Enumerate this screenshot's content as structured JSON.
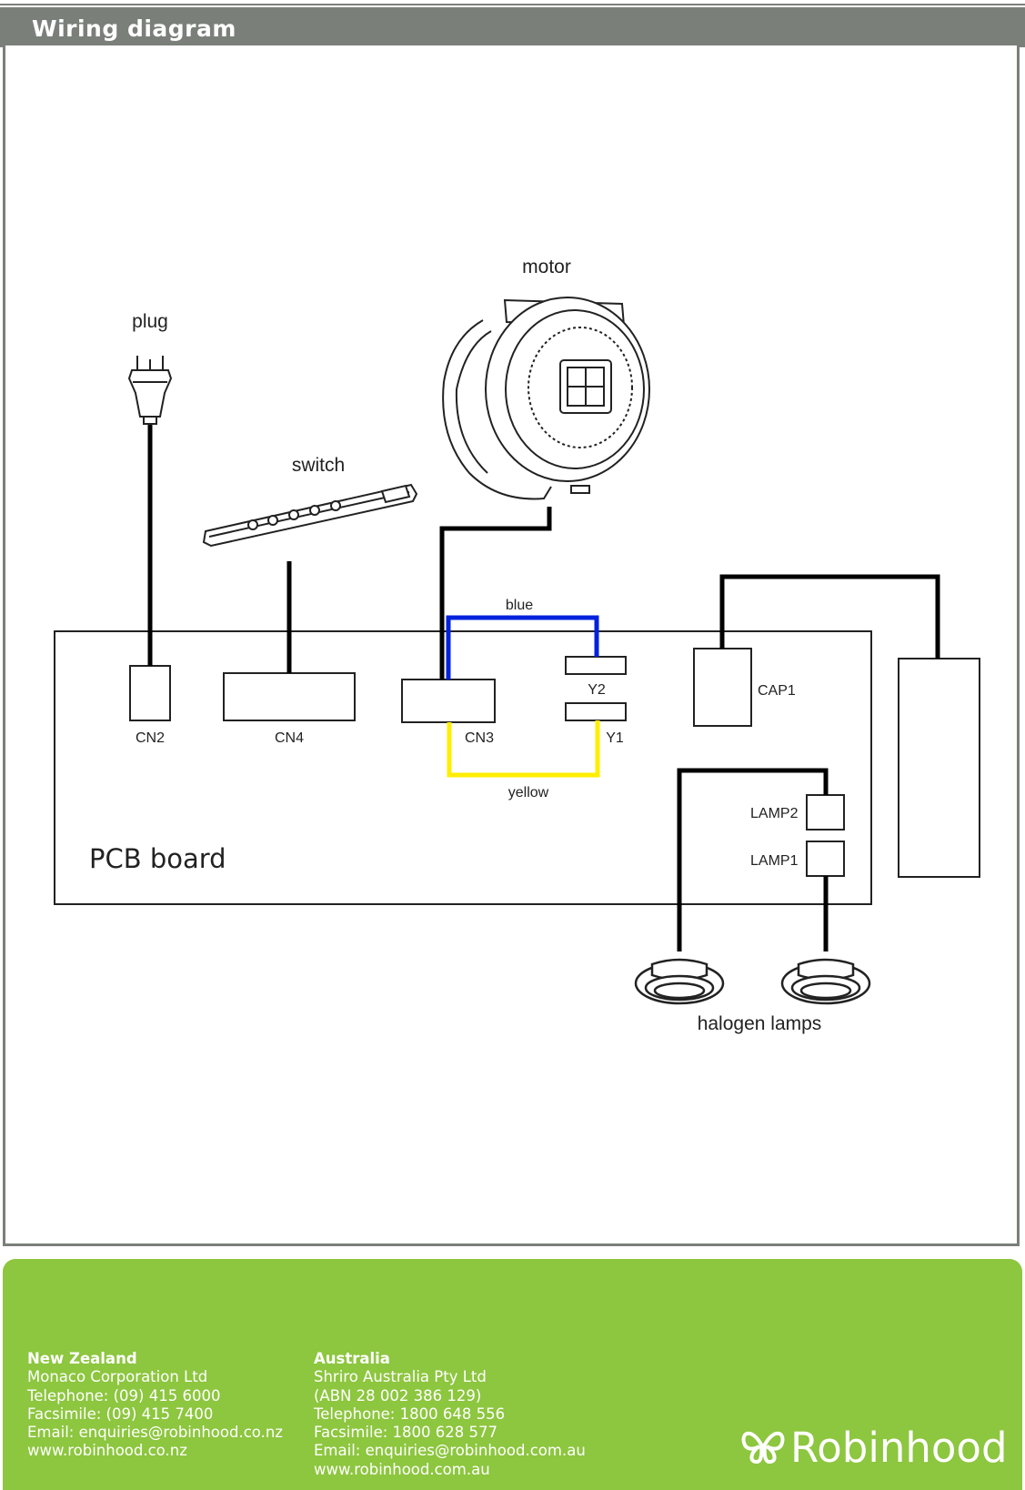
{
  "header": {
    "title": "Wiring diagram"
  },
  "diagram": {
    "labels": {
      "motor": "motor",
      "plug": "plug",
      "switch": "switch",
      "blue": "blue",
      "yellow": "yellow",
      "cn2": "CN2",
      "cn4": "CN4",
      "cn3": "CN3",
      "y2": "Y2",
      "y1": "Y1",
      "cap1": "CAP1",
      "lamp2": "LAMP2",
      "lamp1": "LAMP1",
      "pcb": "PCB board",
      "halogen": "halogen lamps"
    },
    "wire_colors": {
      "blue": "#0022dd",
      "yellow": "#ffee00",
      "black": "#000000"
    }
  },
  "footer": {
    "background": "#8dc63f",
    "nz": {
      "heading": "New Zealand",
      "lines": [
        "Monaco Corporation Ltd",
        "Telephone: (09) 415 6000",
        "Facsimile: (09) 415 7400",
        "Email: enquiries@robinhood.co.nz",
        "www.robinhood.co.nz"
      ]
    },
    "au": {
      "heading": "Australia",
      "lines": [
        "Shriro Australia Pty Ltd",
        "(ABN 28 002 386 129)",
        "Telephone: 1800 648 556",
        "Facsimile: 1800 628 577",
        "Email: enquiries@robinhood.com.au",
        "www.robinhood.com.au"
      ]
    },
    "brand": "Robinhood"
  }
}
